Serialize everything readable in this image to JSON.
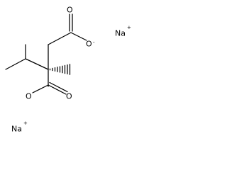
{
  "atoms": {
    "oxygen_top_double": "O",
    "oxygen_top_anion": "O",
    "oxygen_bottom_double": "O",
    "oxygen_bottom_anion": "O",
    "sodium_top": "Na",
    "sodium_bottom": "Na"
  },
  "charges": {
    "anion_top": "-",
    "anion_bottom": "-",
    "cation_top": "+",
    "cation_bottom": "+"
  },
  "colors": {
    "bond": "#000000",
    "text": "#000000",
    "background": "#ffffff"
  }
}
